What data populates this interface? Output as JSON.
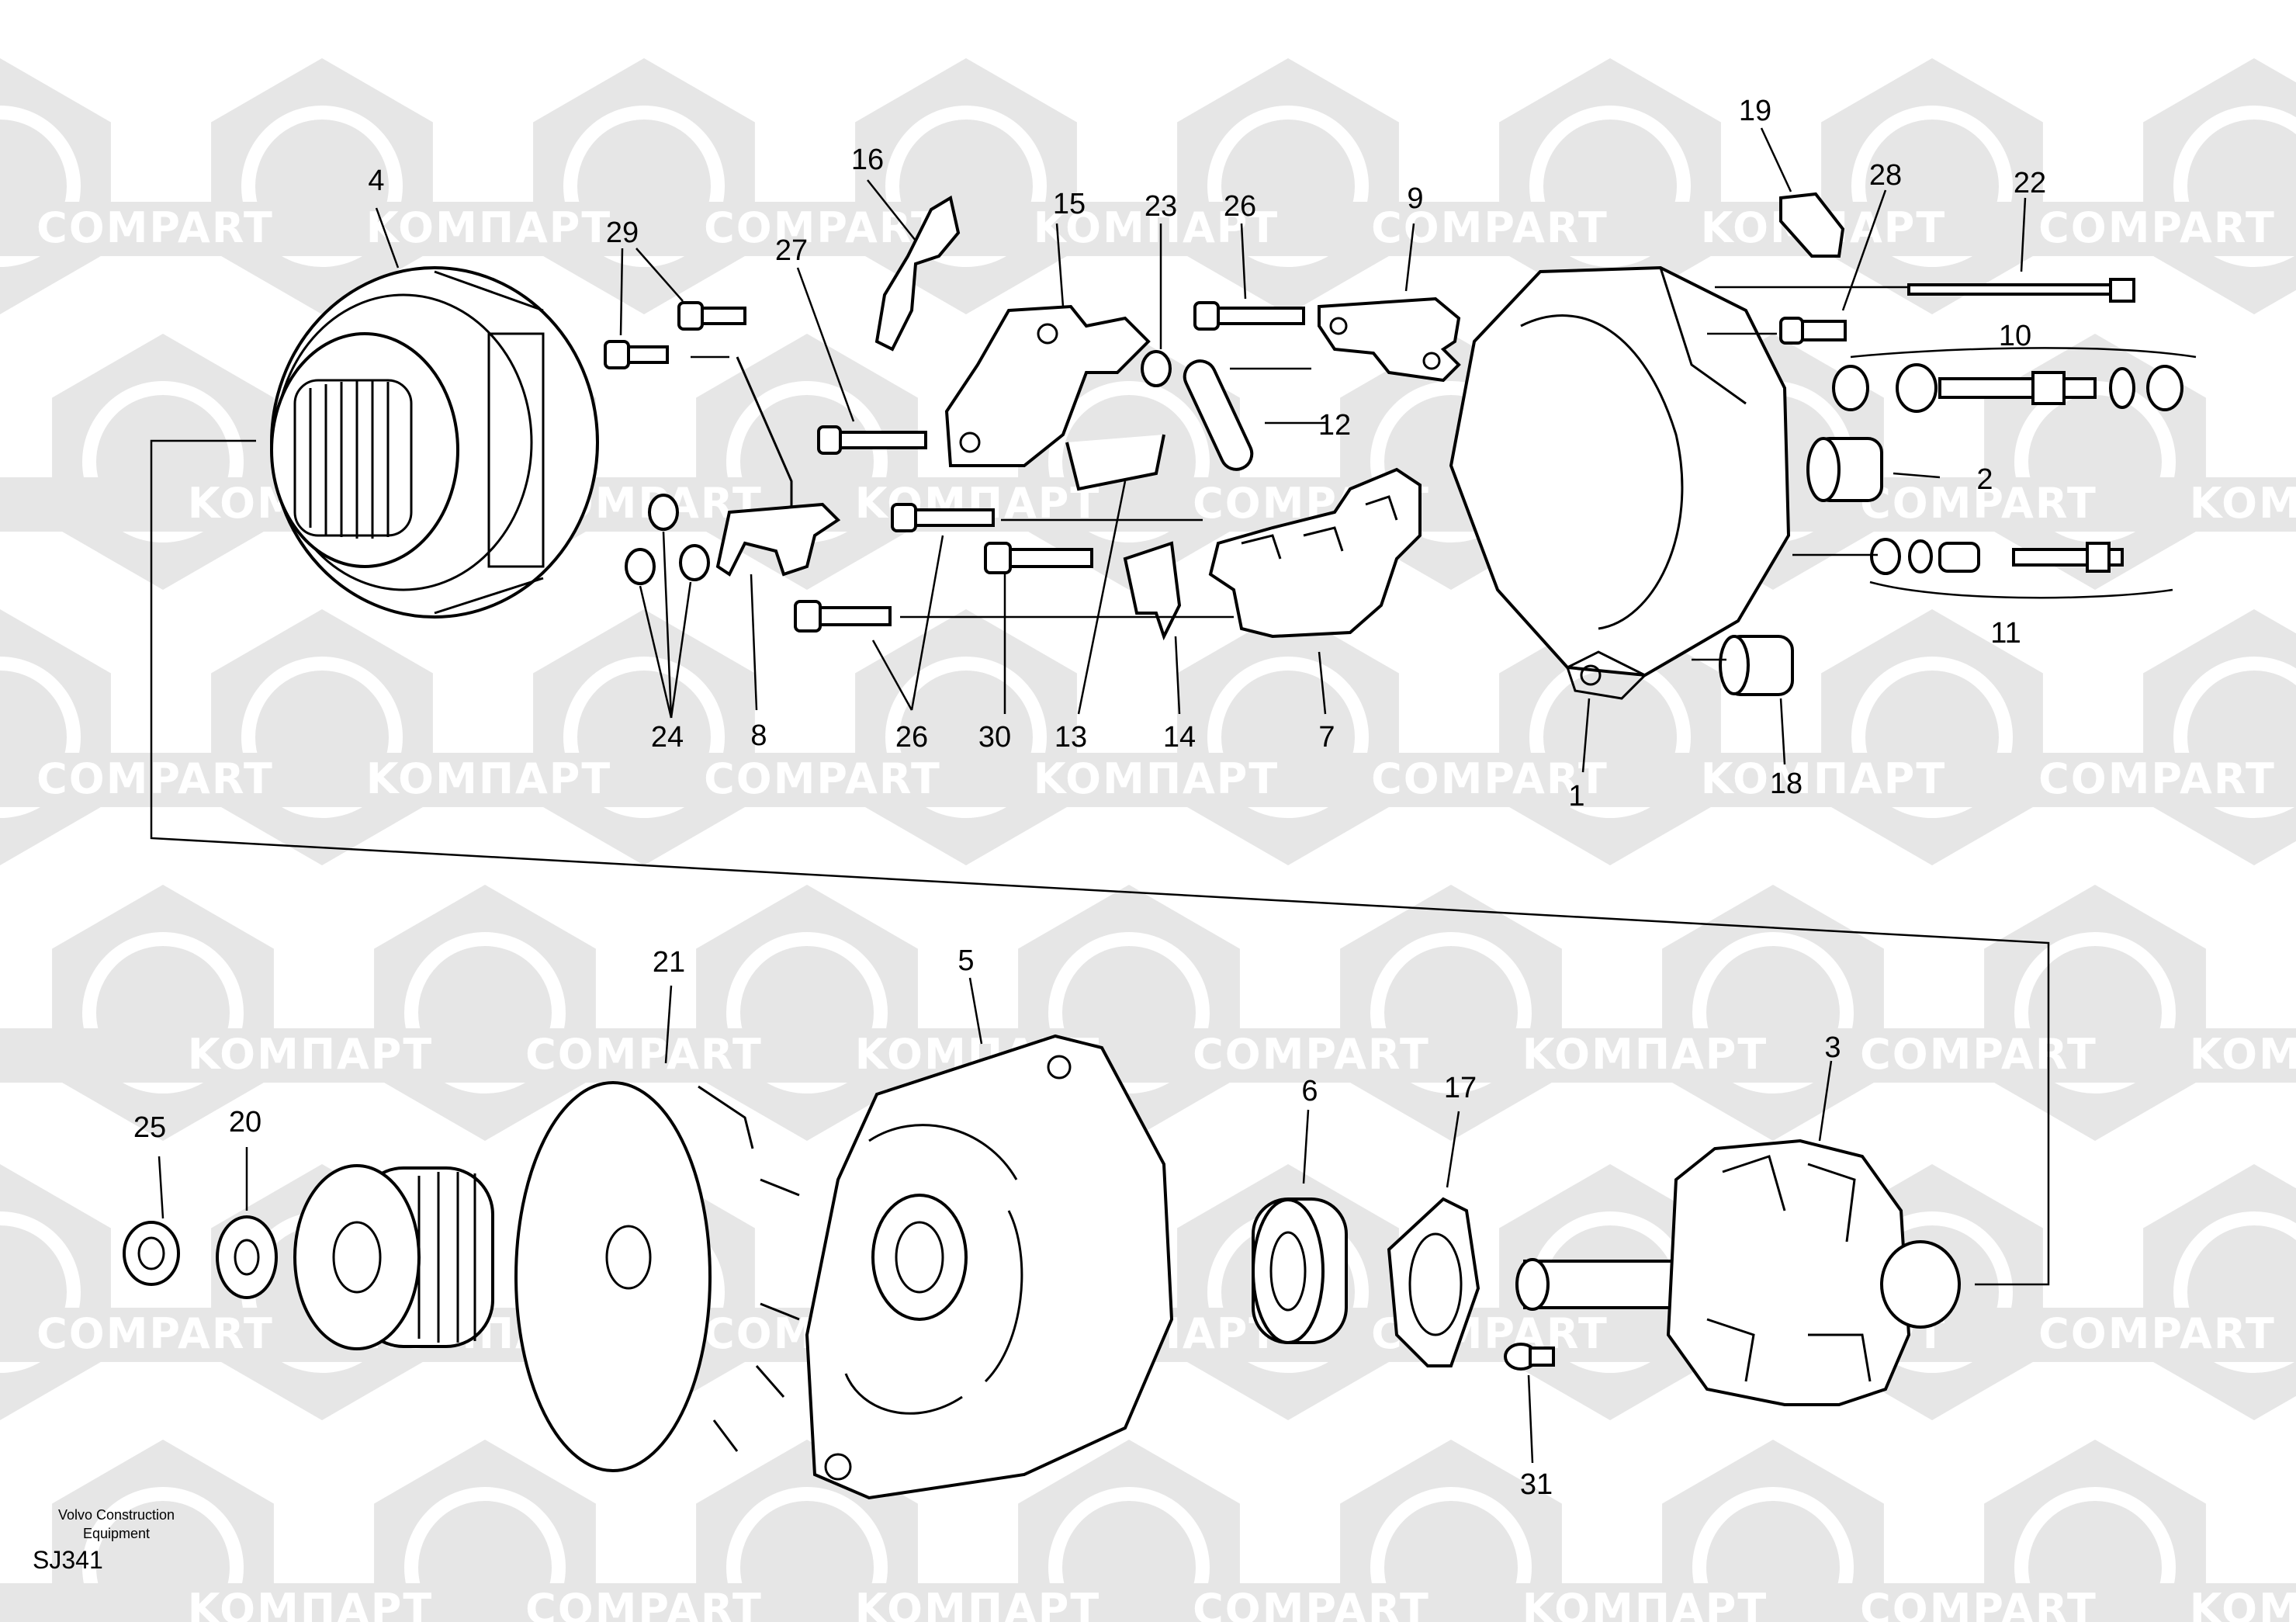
{
  "watermark": {
    "words": [
      "COMPART",
      "KOMПAPT"
    ],
    "color": "#e6e6e6"
  },
  "callouts": [
    {
      "id": "4",
      "label": "4"
    },
    {
      "id": "29",
      "label": "29"
    },
    {
      "id": "16",
      "label": "16"
    },
    {
      "id": "27",
      "label": "27"
    },
    {
      "id": "15",
      "label": "15"
    },
    {
      "id": "23",
      "label": "23"
    },
    {
      "id": "26a",
      "label": "26"
    },
    {
      "id": "9",
      "label": "9"
    },
    {
      "id": "19",
      "label": "19"
    },
    {
      "id": "28",
      "label": "28"
    },
    {
      "id": "22",
      "label": "22"
    },
    {
      "id": "10",
      "label": "10"
    },
    {
      "id": "12",
      "label": "12"
    },
    {
      "id": "2",
      "label": "2"
    },
    {
      "id": "11",
      "label": "11"
    },
    {
      "id": "24",
      "label": "24"
    },
    {
      "id": "8",
      "label": "8"
    },
    {
      "id": "26b",
      "label": "26"
    },
    {
      "id": "30",
      "label": "30"
    },
    {
      "id": "13",
      "label": "13"
    },
    {
      "id": "14",
      "label": "14"
    },
    {
      "id": "7",
      "label": "7"
    },
    {
      "id": "1",
      "label": "1"
    },
    {
      "id": "18",
      "label": "18"
    },
    {
      "id": "21",
      "label": "21"
    },
    {
      "id": "5",
      "label": "5"
    },
    {
      "id": "6",
      "label": "6"
    },
    {
      "id": "17",
      "label": "17"
    },
    {
      "id": "3",
      "label": "3"
    },
    {
      "id": "25",
      "label": "25"
    },
    {
      "id": "20",
      "label": "20"
    },
    {
      "id": "31",
      "label": "31"
    }
  ],
  "footer": {
    "maker": "Volvo Construction Equipment",
    "code": "SJ341"
  }
}
